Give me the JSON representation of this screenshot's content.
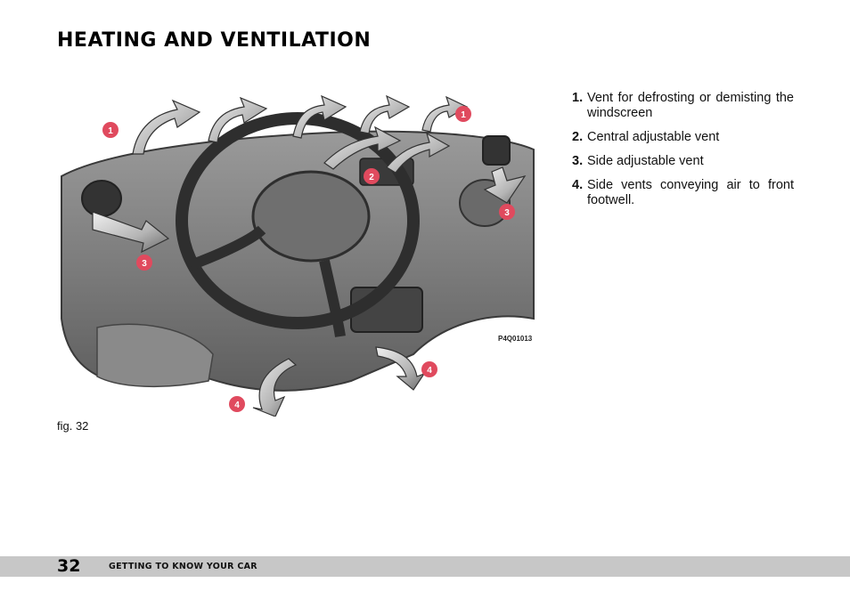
{
  "header": {
    "title": "HEATING AND VENTILATION"
  },
  "figure": {
    "code": "P4Q01013",
    "caption": "fig. 32",
    "callouts": [
      "1",
      "1",
      "2",
      "3",
      "3",
      "4",
      "4"
    ]
  },
  "legend": {
    "items": [
      {
        "number": "1.",
        "text": "Vent for defrosting or demisting the windscreen"
      },
      {
        "number": "2.",
        "text": "Central adjustable vent"
      },
      {
        "number": "3.",
        "text": "Side adjustable vent"
      },
      {
        "number": "4.",
        "text": "Side vents conveying air to front footwell."
      }
    ]
  },
  "footer": {
    "page_number": "32",
    "section": "GETTING TO KNOW YOUR CAR"
  },
  "colors": {
    "callout": "#e04a5e",
    "footer_band": "#c7c7c7"
  }
}
